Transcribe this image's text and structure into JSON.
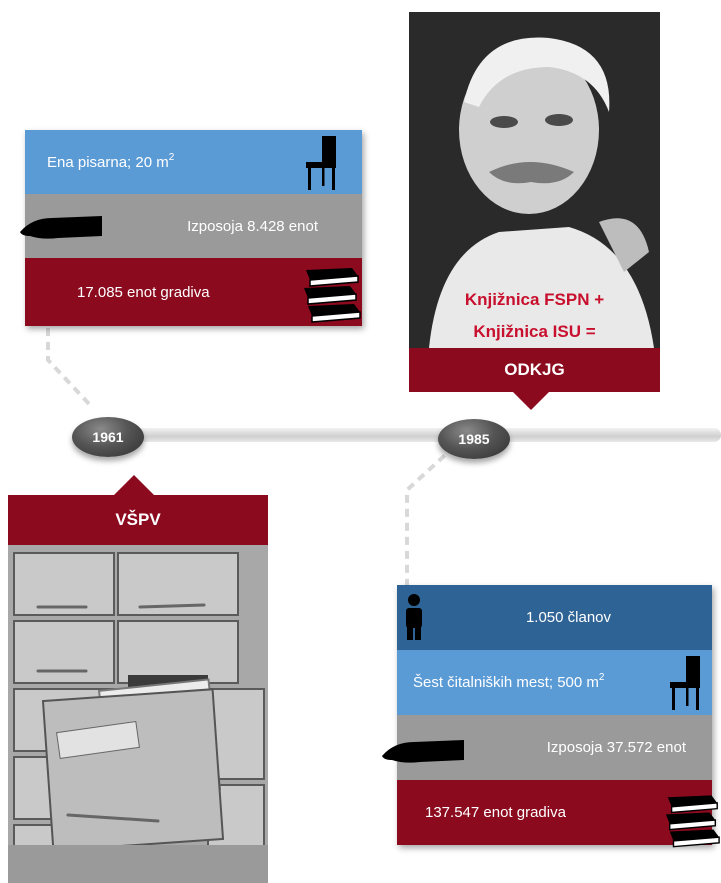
{
  "timeline": {
    "year_1961": "1961",
    "year_1985": "1985"
  },
  "card_1961": {
    "office": "Ena pisarna; 20  m",
    "office_sup": "2",
    "loans": "Izposoja 8.428 enot",
    "holdings": "17.085 enot gradiva"
  },
  "label_1961": "VŠPV",
  "label_1985": "ODKJG",
  "portrait_overlay": {
    "line1": "Knjižnica FSPN +",
    "line2": "Knjižnica ISU ="
  },
  "card_1985": {
    "members": "1.050 članov",
    "seats": "Šest čitalniških mest; 500 m",
    "seats_sup": "2",
    "loans": "Izposoja 37.572 enot",
    "holdings": "137.547 enot gradiva"
  },
  "colors": {
    "dark_red": "#8b0a1e",
    "light_blue": "#5b9bd5",
    "dark_blue": "#2e6396",
    "gray": "#9a9a9a",
    "overlay_red": "#c8102e"
  },
  "icons": [
    "chair-icon",
    "hand-icon",
    "books-icon",
    "person-icon"
  ]
}
